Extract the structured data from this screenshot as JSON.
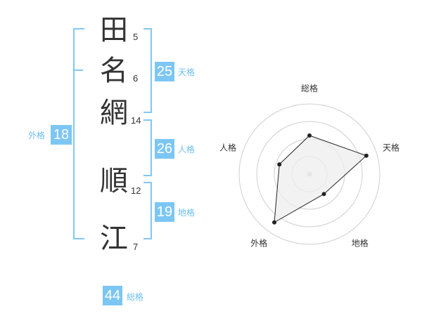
{
  "name_chars": [
    {
      "char": "田",
      "strokes": "5"
    },
    {
      "char": "名",
      "strokes": "6"
    },
    {
      "char": "網",
      "strokes": "14"
    },
    {
      "char": "順",
      "strokes": "12"
    },
    {
      "char": "江",
      "strokes": "7"
    }
  ],
  "kaku": {
    "tenkaku": {
      "value": "25",
      "label": "天格"
    },
    "jinkaku": {
      "value": "26",
      "label": "人格"
    },
    "chikaku": {
      "value": "19",
      "label": "地格"
    },
    "gaikaku": {
      "value": "18",
      "label": "外格"
    },
    "soukaku": {
      "value": "44",
      "label": "総格"
    }
  },
  "chart_data": {
    "type": "radar",
    "axes": [
      "総格",
      "天格",
      "地格",
      "外格",
      "人格"
    ],
    "values": [
      0.55,
      0.85,
      0.35,
      0.85,
      0.45
    ],
    "range": [
      0,
      1
    ],
    "rings": 4,
    "fill_color": "#eeeeee",
    "line_color": "#222222",
    "ring_color": "#cfcfcf"
  }
}
